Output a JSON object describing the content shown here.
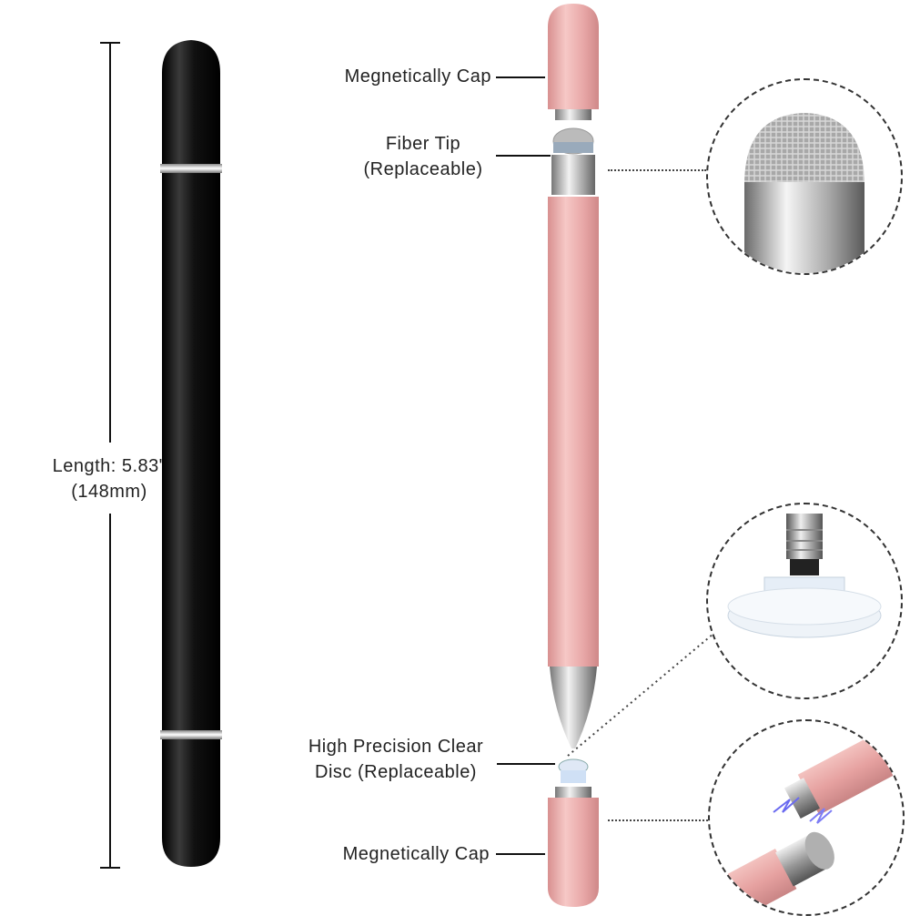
{
  "length": {
    "line1": "Length: 5.83\"",
    "line2": "(148mm)"
  },
  "labels": {
    "cap_top": "Megnetically Cap",
    "fiber_tip_line1": "Fiber Tip",
    "fiber_tip_line2": "(Replaceable)",
    "disc_line1": "High Precision Clear",
    "disc_line2": "Disc (Replaceable)",
    "cap_bottom": "Megnetically Cap"
  },
  "colors": {
    "black_pen": "#111111",
    "pink_pen": "#e8a7a7",
    "silver": "#c9c9c9",
    "line": "#111111"
  },
  "icons": {
    "zoom_fiber": "fiber-tip-closeup-icon",
    "zoom_disc": "clear-disc-closeup-icon",
    "zoom_magnet": "magnetic-cap-closeup-icon"
  }
}
